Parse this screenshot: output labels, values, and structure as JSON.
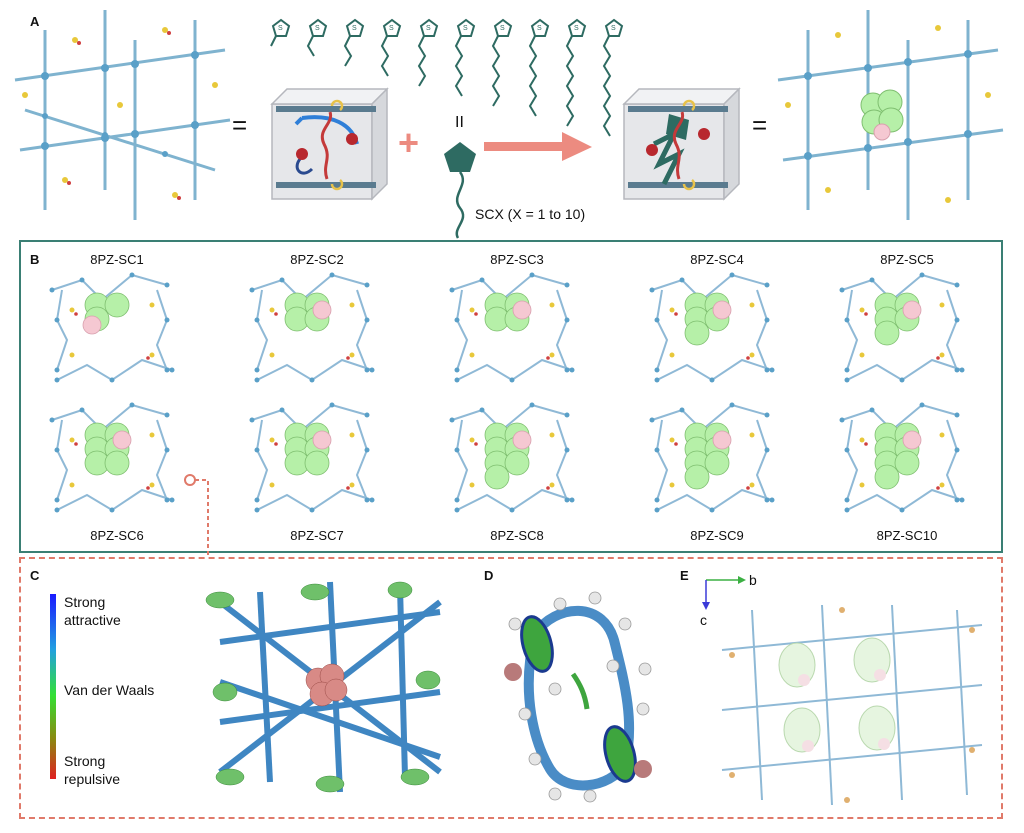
{
  "panels": {
    "a": "A",
    "b": "B",
    "c": "C",
    "d": "D",
    "e": "E"
  },
  "panel_a": {
    "equals_left": "=",
    "equals_right": "=",
    "plus": "+",
    "parallel": "II",
    "guest_label": "SCX (X = 1 to 10)",
    "thiophene_chain_count": 10
  },
  "panel_b": {
    "structures": [
      "8PZ-SC1",
      "8PZ-SC2",
      "8PZ-SC3",
      "8PZ-SC4",
      "8PZ-SC5",
      "8PZ-SC6",
      "8PZ-SC7",
      "8PZ-SC8",
      "8PZ-SC9",
      "8PZ-SC10"
    ]
  },
  "panel_c": {
    "scale_top": "Strong attractive",
    "scale_top_line1": "Strong",
    "scale_top_line2": "attractive",
    "scale_mid": "Van der Waals",
    "scale_bottom_line1": "Strong",
    "scale_bottom_line2": "repulsive",
    "scale_colors": [
      "#1a1aff",
      "#22a0e0",
      "#33e033",
      "#8a8a10",
      "#e02020"
    ]
  },
  "panel_e": {
    "axis_b": "b",
    "axis_c": "c"
  },
  "colors": {
    "frame_b": "#3a7f74",
    "frame_cde": "#e07a6a",
    "arrow": "#ec8b80",
    "guest_green": "#b6f0a8",
    "guest_pink": "#f5c8d2",
    "framework_blue": "#5aa0c8",
    "chain_teal": "#2e6b62"
  }
}
